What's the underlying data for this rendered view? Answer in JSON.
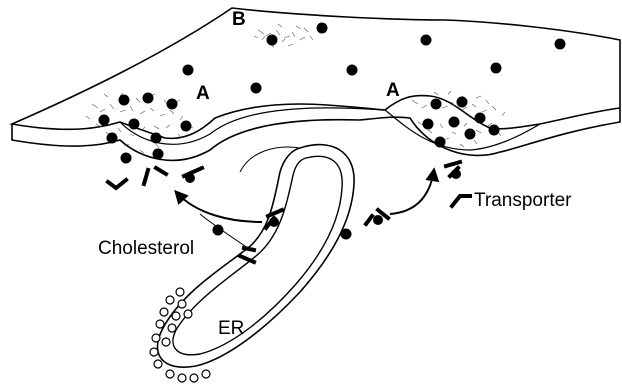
{
  "labels": {
    "region_a": "A",
    "region_b": "B",
    "transporter": "Transporter",
    "cholesterol": "Cholesterol",
    "er": "ER"
  },
  "colors": {
    "ink": "#000000",
    "paper": "#ffffff"
  },
  "icons": {
    "molecule": "filled-circle",
    "vesicle": "open-circle",
    "transporter": "bracket-shape",
    "flow": "curved-arrow"
  }
}
